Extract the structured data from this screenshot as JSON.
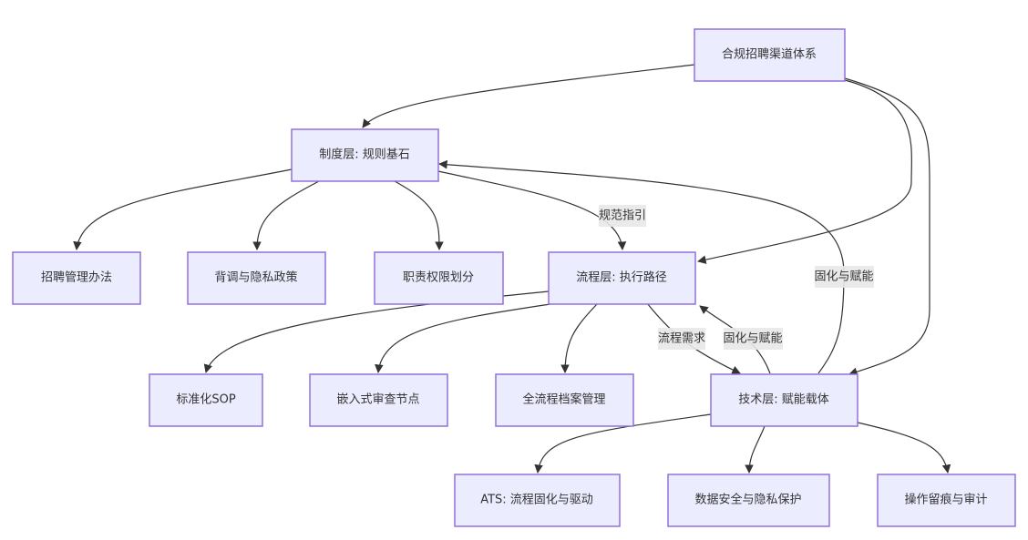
{
  "diagram": {
    "type": "flowchart",
    "colors": {
      "node_fill": "#ececff",
      "node_stroke": "#9370db",
      "edge": "#333333",
      "label_bg": "#e8e8e8",
      "text": "#333333"
    },
    "nodes": {
      "root": "合规招聘渠道体系",
      "system": "制度层: 规则基石",
      "process": "流程层: 执行路径",
      "tech": "技术层: 赋能载体",
      "sys1": "招聘管理办法",
      "sys2": "背调与隐私政策",
      "sys3": "职责权限划分",
      "proc1": "标准化SOP",
      "proc2": "嵌入式审查节点",
      "proc3": "全流程档案管理",
      "tech1": "ATS: 流程固化与驱动",
      "tech2": "数据安全与隐私保护",
      "tech3": "操作留痕与审计"
    },
    "edges": [
      {
        "from": "root",
        "to": "system",
        "label": ""
      },
      {
        "from": "root",
        "to": "process",
        "label": ""
      },
      {
        "from": "root",
        "to": "tech",
        "label": ""
      },
      {
        "from": "system",
        "to": "sys1",
        "label": ""
      },
      {
        "from": "system",
        "to": "sys2",
        "label": ""
      },
      {
        "from": "system",
        "to": "sys3",
        "label": ""
      },
      {
        "from": "system",
        "to": "process",
        "label": "规范指引"
      },
      {
        "from": "process",
        "to": "proc1",
        "label": ""
      },
      {
        "from": "process",
        "to": "proc2",
        "label": ""
      },
      {
        "from": "process",
        "to": "proc3",
        "label": ""
      },
      {
        "from": "process",
        "to": "tech",
        "label": "流程需求"
      },
      {
        "from": "tech",
        "to": "process",
        "label": "固化与赋能"
      },
      {
        "from": "tech",
        "to": "system",
        "label": "固化与赋能"
      },
      {
        "from": "tech",
        "to": "tech1",
        "label": ""
      },
      {
        "from": "tech",
        "to": "tech2",
        "label": ""
      },
      {
        "from": "tech",
        "to": "tech3",
        "label": ""
      }
    ]
  }
}
